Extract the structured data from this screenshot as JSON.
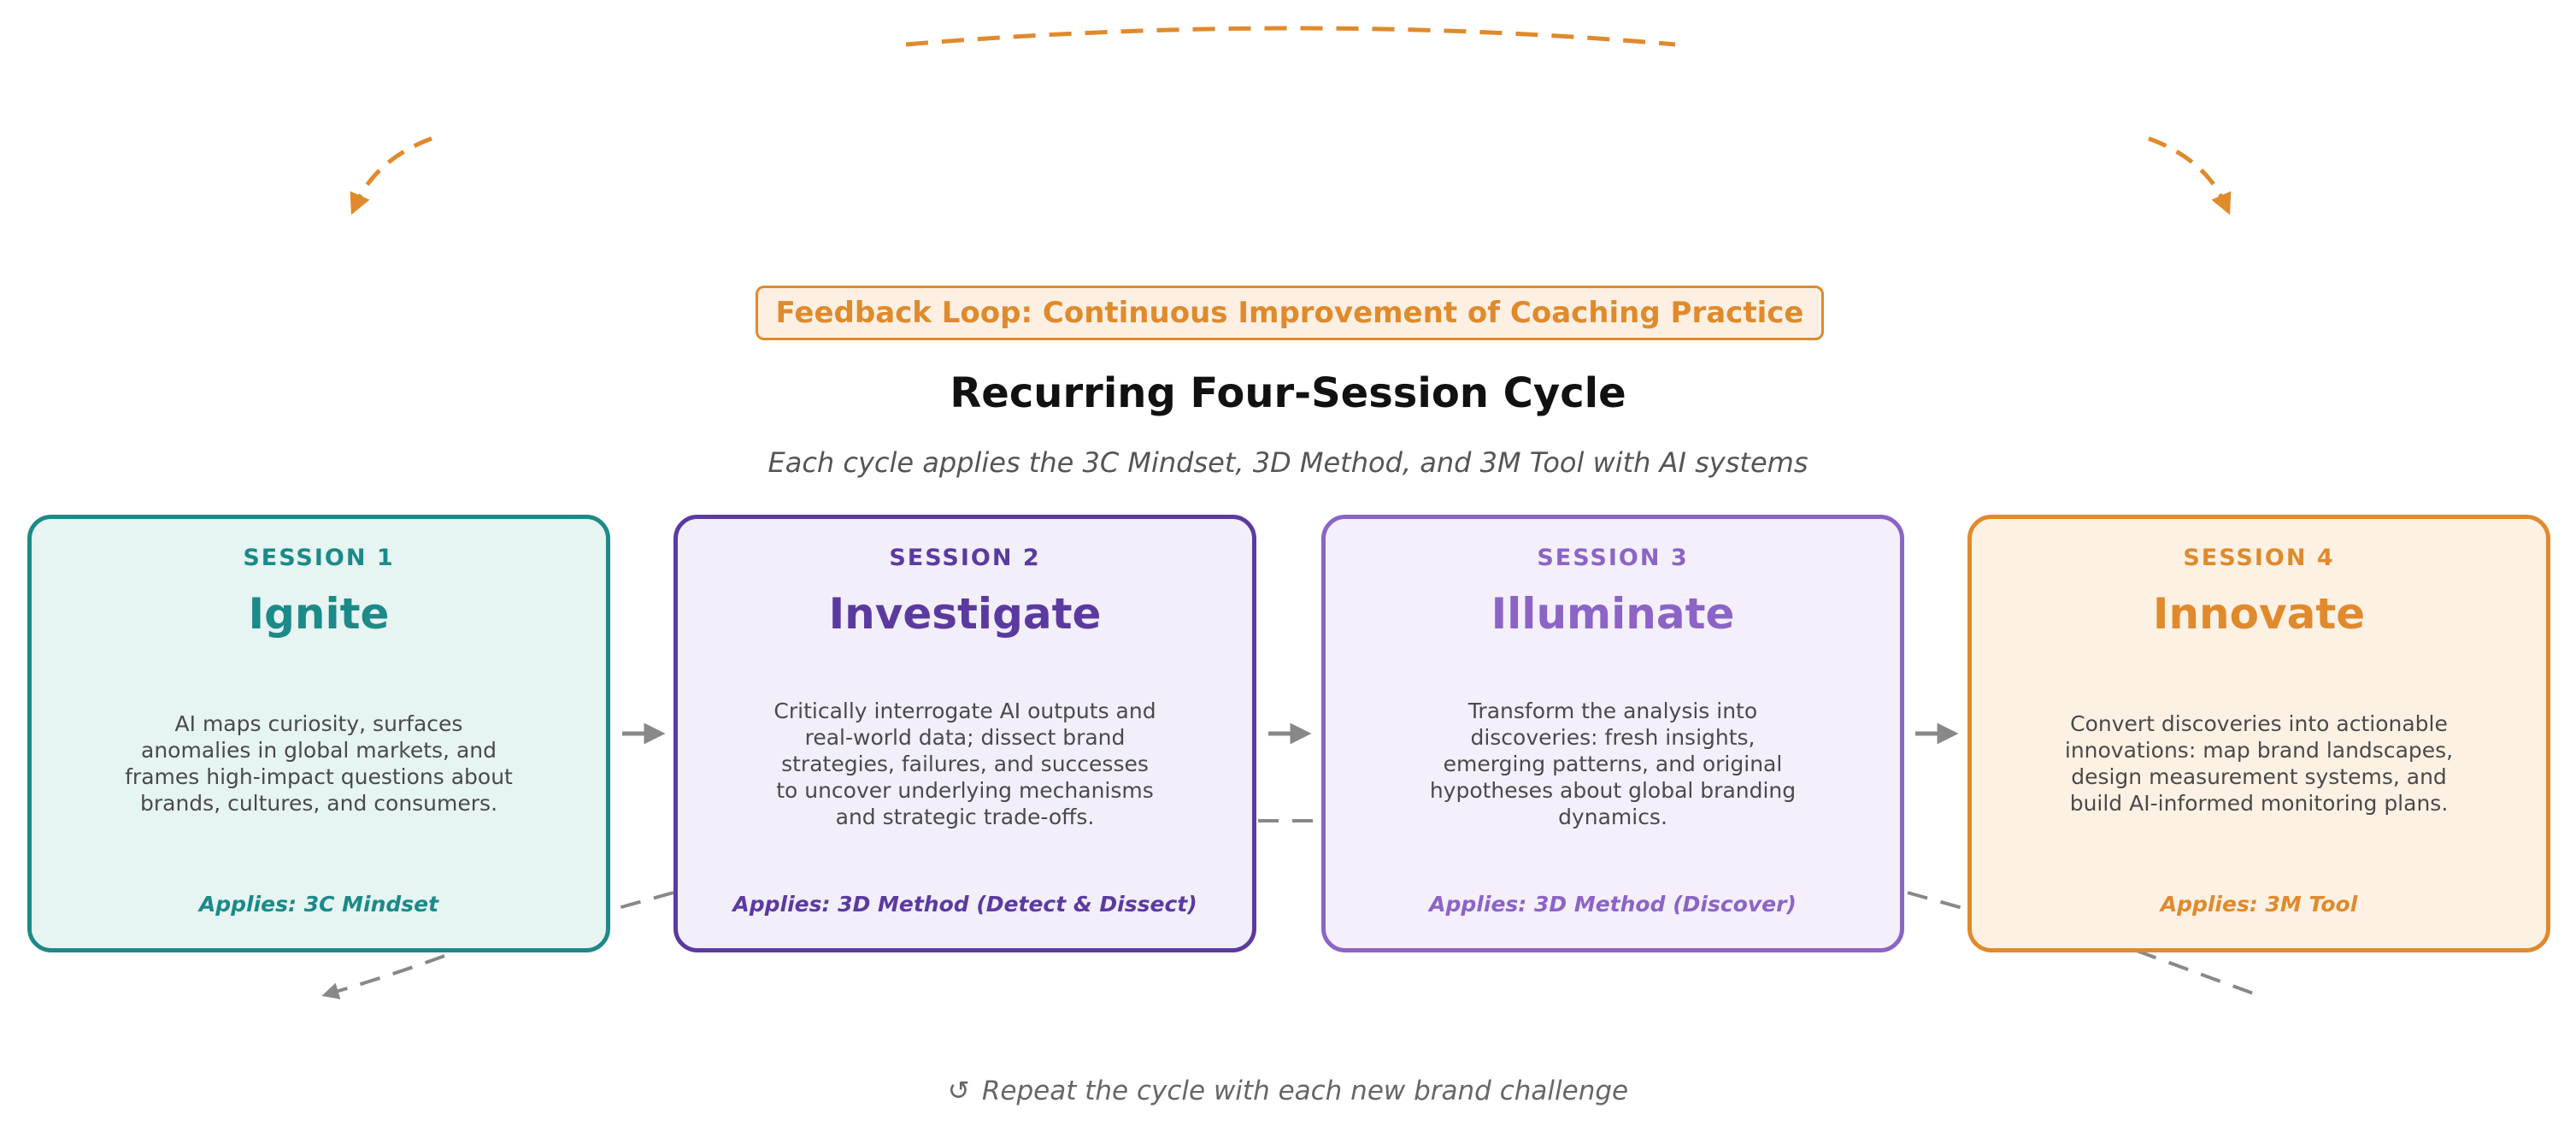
{
  "feedback_label": "Feedback Loop: Continuous Improvement of Coaching Practice",
  "title": "Recurring Four-Session Cycle",
  "subtitle": "Each cycle applies the 3C Mindset, 3D Method, and 3M Tool with AI systems",
  "sessions": [
    {
      "label": "SESSION 1",
      "name": "Ignite",
      "description": "AI maps curiosity, surfaces anomalies in global markets, and frames high-impact questions about brands, cultures, and consumers.",
      "applies": "Applies: 3C Mindset",
      "color": "#1b8a88",
      "fill": "#e6f4f2"
    },
    {
      "label": "SESSION 2",
      "name": "Investigate",
      "description": "Critically interrogate AI outputs and real-world data; dissect brand strategies, failures, and successes to uncover underlying mechanisms and strategic trade-offs.",
      "applies": "Applies: 3D Method (Detect & Dissect)",
      "color": "#5b3aa0",
      "fill": "#f2eefa"
    },
    {
      "label": "SESSION 3",
      "name": "Illuminate",
      "description": "Transform the analysis into discoveries: fresh insights, emerging patterns, and original hypotheses about global branding dynamics.",
      "applies": "Applies: 3D Method (Discover)",
      "color": "#8b64c6",
      "fill": "#f4effb"
    },
    {
      "label": "SESSION 4",
      "name": "Innovate",
      "description": "Convert discoveries into actionable innovations: map brand landscapes, design measurement systems, and build AI-informed monitoring plans.",
      "applies": "Applies: 3M Tool",
      "color": "#e08a2c",
      "fill": "#fdf1e4"
    }
  ],
  "footer": {
    "icon": "repeat-icon",
    "glyph": "↺",
    "text": "Repeat the cycle with each new brand challenge"
  },
  "colors": {
    "feedback": "#e08a2c",
    "arrow": "#888888",
    "title": "#111111"
  }
}
